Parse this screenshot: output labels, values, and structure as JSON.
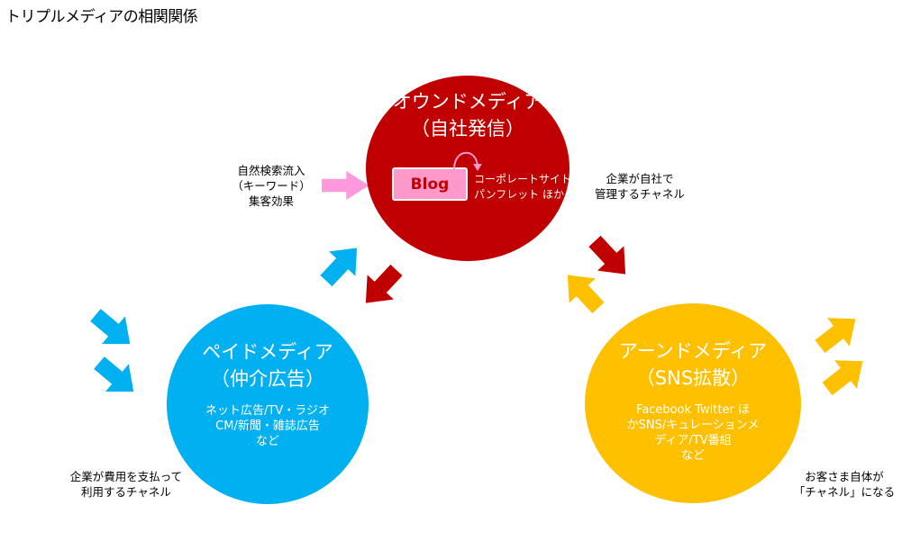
{
  "title": "トリプルメディアの相関関係",
  "owned": {
    "title_line1": "オウンドメディア",
    "title_line2": "（自社発信）",
    "blog_label": "Blog",
    "detail_line1": "コーポレートサイト",
    "detail_line2": "パンフレット ほか",
    "color": "#c00000"
  },
  "paid": {
    "title_line1": "ペイドメディア",
    "title_line2": "（仲介広告）",
    "desc_line1": "ネット広告/TV・ラジオ",
    "desc_line2": "CM/新聞・雑誌広告",
    "desc_line3": "など",
    "color": "#00b0f0"
  },
  "earned": {
    "title_line1": "アーンドメディア",
    "title_line2": "（SNS拡散）",
    "desc_line1": "Facebook Twitter ほ",
    "desc_line2": "かSNS/キュレーションメ",
    "desc_line3": "ディア/TV番組",
    "desc_line4": "など",
    "color": "#ffc000"
  },
  "notes": {
    "search_line1": "自然検索流入",
    "search_line2": "（キーワード）",
    "search_line3": "集客効果",
    "owned_line1": "企業が自社で",
    "owned_line2": "管理するチャネル",
    "paid_line1": "企業が費用を支払って",
    "paid_line2": "利用するチャネル",
    "earned_line1": "お客さま自体が",
    "earned_line2": "「チャネル」になる"
  },
  "arrow_colors": {
    "pink": "#ff99dd",
    "blue": "#00b0f0",
    "red": "#c00000",
    "yellow": "#ffc000"
  }
}
